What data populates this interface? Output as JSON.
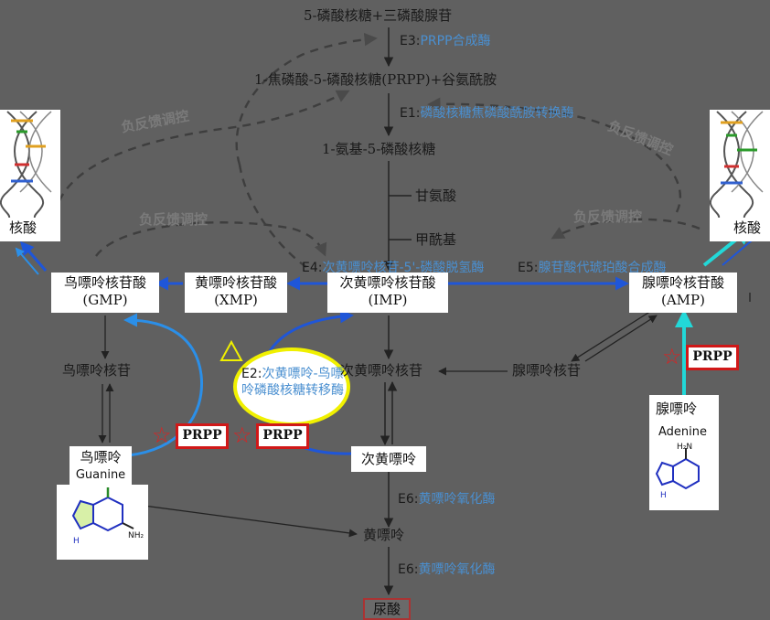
{
  "top": {
    "r5p_atp": "5-磷酸核糖+三磷酸腺苷",
    "prpp_gln": "1-焦磷酸-5-磷酸核糖(PRPP)+谷氨酰胺",
    "aminoribose": "1-氨基-5-磷酸核糖",
    "glycine": "甘氨酸",
    "formyl": "甲酰基"
  },
  "enzymes": {
    "e3_code": "E3:",
    "e3_name": "PRPP合成酶",
    "e1_code": "E1:",
    "e1_name": "磷酸核糖焦磷酸酰胺转换酶",
    "e4_code": "E4:",
    "e4_name": "次黄嘌呤核苷-5'-磷酸脱氢酶",
    "e5_code": "E5:",
    "e5_name": "腺苷酸代琥珀酸合成酶",
    "e2_code": "E2:",
    "e2_name": "次黄嘌呤-鸟嘌呤磷酸核糖转移酶",
    "e6a_code": "E6:",
    "e6a_name": "黄嘌呤氧化酶",
    "e6b_code": "E6:",
    "e6b_name": "黄嘌呤氧化酶"
  },
  "feedback": {
    "left_top": "负反馈调控",
    "left_mid": "负反馈调控",
    "right_top": "负反馈调控",
    "right_mid": "负反馈调控"
  },
  "nucleotides": {
    "gmp_name": "鸟嘌呤核苷酸",
    "gmp_abbr": "(GMP)",
    "xmp_name": "黄嘌呤核苷酸",
    "xmp_abbr": "(XMP)",
    "imp_name": "次黄嘌呤核苷酸",
    "imp_abbr": "(IMP)",
    "amp_name": "腺嘌呤核苷酸",
    "amp_abbr": "(AMP)"
  },
  "nucleosides": {
    "guanosine": "鸟嘌呤核苷",
    "inosine": "次黄嘌呤核苷",
    "adenosine": "腺嘌呤核苷"
  },
  "bases": {
    "guanine": "鸟嘌呤",
    "guanine_en": "Guanine",
    "hypoxanthine": "次黄嘌呤",
    "xanthine": "黄嘌呤",
    "adenine": "腺嘌呤",
    "adenine_en": "Adenine",
    "uric_acid": "尿酸"
  },
  "nucleic_acid": {
    "left": "核酸",
    "right": "核酸"
  },
  "prpp_labels": {
    "left": "PRPP",
    "middle": "PRPP",
    "right": "PRPP"
  },
  "markers": {
    "star": "☆",
    "triangle": "△"
  },
  "molecule_labels": {
    "nh2": "NH₂",
    "h2n": "H₂N",
    "nh": "N",
    "h": "H"
  },
  "colors": {
    "background": "#606060",
    "blue_arrow": "#1f56d8",
    "light_blue_arc": "#2b8fe8",
    "cyan_arrow": "#22d8d8",
    "prpp_border": "#d01818",
    "highlight_oval": "#f0f000",
    "enzyme_text": "#4a8fd0"
  }
}
